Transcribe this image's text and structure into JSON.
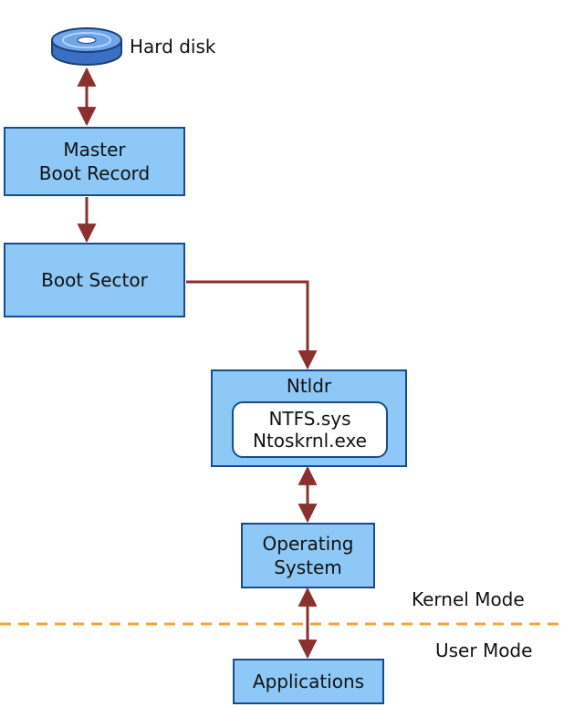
{
  "disk": {
    "label": "Hard disk",
    "icon": "hard-disk-icon"
  },
  "mbr": {
    "line1": "Master",
    "line2": "Boot Record"
  },
  "boot_sector": {
    "label": "Boot Sector"
  },
  "ntldr": {
    "label": "Ntldr",
    "file1": "NTFS.sys",
    "file2": "Ntoskrnl.exe"
  },
  "os": {
    "line1": "Operating",
    "line2": "System"
  },
  "apps": {
    "label": "Applications"
  },
  "modes": {
    "kernel": "Kernel Mode",
    "user": "User Mode"
  },
  "colors": {
    "box_fill": "#8ec8f7",
    "box_border": "#1a4b8c",
    "arrow": "#8b2f2f",
    "mode_divider": "#f4a43a"
  }
}
